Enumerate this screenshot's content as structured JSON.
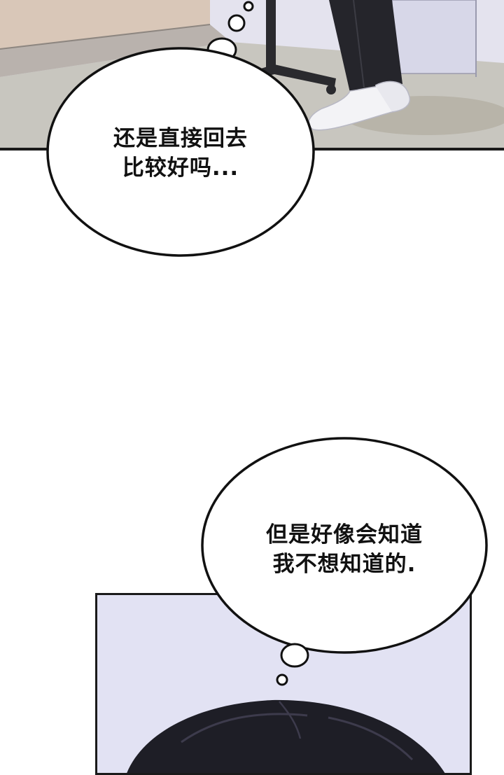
{
  "bubbles": [
    {
      "lines": [
        "还是直接回去",
        "比较好吗..."
      ]
    },
    {
      "lines": [
        "但是好像会知道",
        "我不想知道的."
      ]
    }
  ],
  "colors": {
    "background": "#ffffff",
    "ink": "#1a1a1a",
    "floor": "#c8c6bf",
    "wall": "#e4e3ee",
    "panel_bottom_bg": "#e2e2f3",
    "hair": "#1e1e26"
  }
}
